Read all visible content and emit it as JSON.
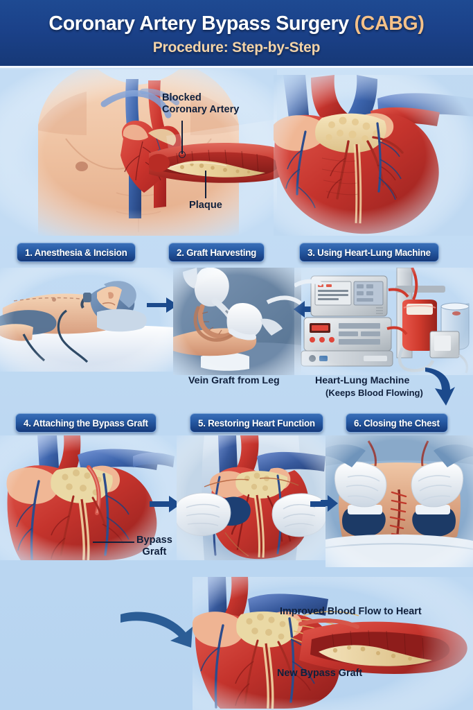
{
  "header": {
    "title_main": "Coronary Artery Bypass Surgery ",
    "title_abbr": "(CABG)",
    "subtitle": "Procedure: Step-by-Step",
    "bg_color": "#1b4189",
    "abbr_color": "#f4c189",
    "subtitle_color": "#f3d3a8"
  },
  "top_section": {
    "labels": {
      "blocked_artery_line1": "Blocked",
      "blocked_artery_line2": "Coronary Artery",
      "plaque": "Plaque"
    }
  },
  "steps": [
    {
      "badge": "1. Anesthesia & Incision",
      "caption": ""
    },
    {
      "badge": "2. Graft Harvesting",
      "caption": "Vein Graft from Leg"
    },
    {
      "badge": "3. Using Heart-Lung Machine",
      "caption": "Heart-Lung Machine",
      "caption2": "(Keeps Blood Flowing)"
    },
    {
      "badge": "4. Attaching the Bypass Graft",
      "caption_line1": "Bypass",
      "caption_line2": "Graft"
    },
    {
      "badge": "5. Restoring Heart Function",
      "caption": ""
    },
    {
      "badge": "6. Closing the Chest",
      "caption": ""
    }
  ],
  "bottom_section": {
    "labels": {
      "improved_flow": "Improved Blood Flow to Heart",
      "new_graft": "New Bypass Graft"
    }
  },
  "colors": {
    "artery_red": "#c9332c",
    "vein_blue": "#3a62a8",
    "plaque_yellow": "#e8cf97",
    "arrow_navy": "#1c4a8c",
    "background_blue": "#c3dcf4",
    "badge_blue": "#275ba5",
    "label_dark": "#10203c"
  }
}
